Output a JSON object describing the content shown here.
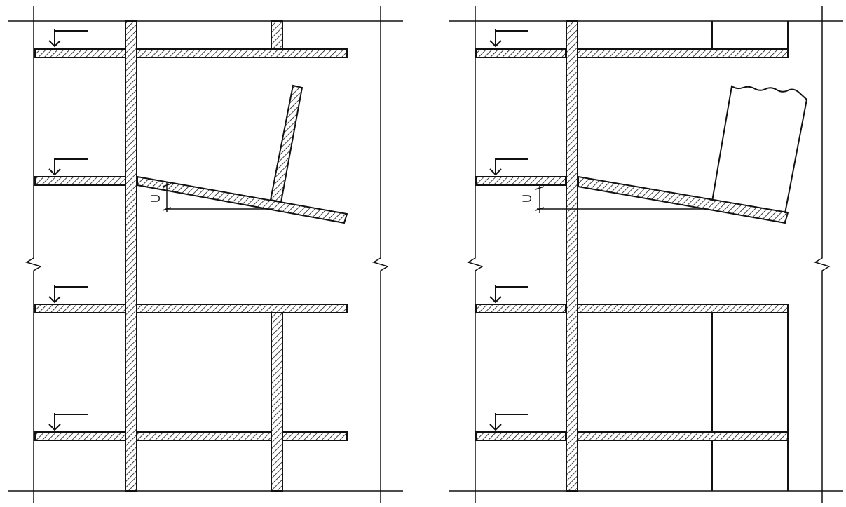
{
  "figure": {
    "panels": [
      {
        "id": "left",
        "dimension_label": "U",
        "variant": "hatched-members"
      },
      {
        "id": "right",
        "dimension_label": "U",
        "variant": "outlined-infill"
      }
    ],
    "colors": {
      "line": "#111111",
      "background": "#ffffff",
      "hatch": "#111111"
    }
  }
}
